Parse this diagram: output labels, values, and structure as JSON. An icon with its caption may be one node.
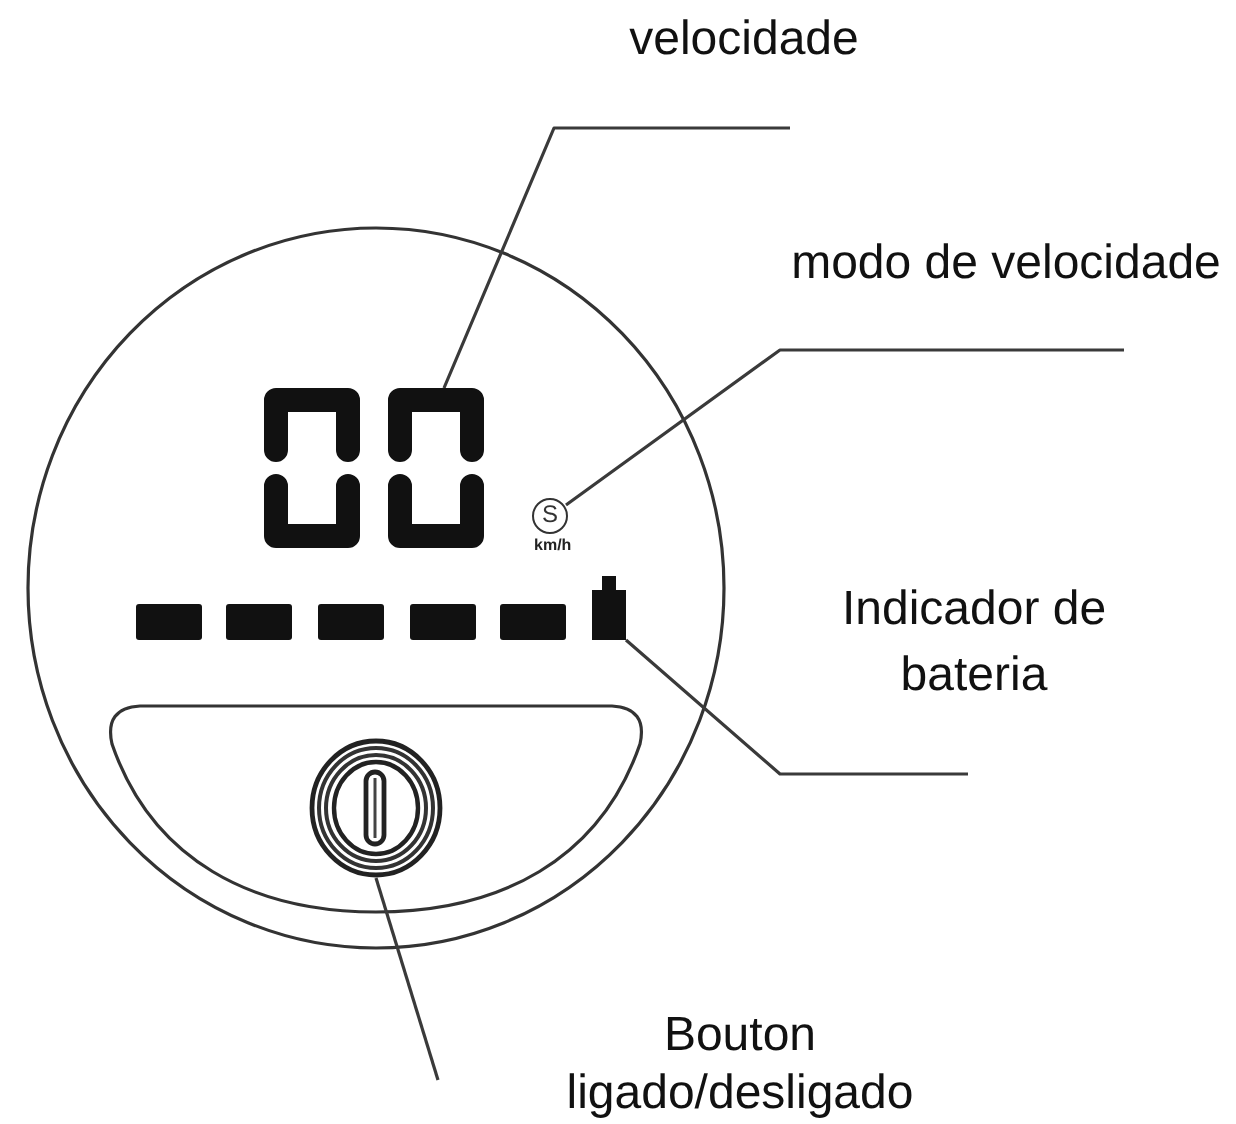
{
  "diagram": {
    "nodes": [
      {
        "text": [
          "velocidade"
        ]
      },
      {
        "text": [],
        "shape": "picture"
      },
      {
        "text": [
          "modo de velocidade"
        ]
      },
      {
        "text": [
          "S"
        ]
      },
      {
        "text": [
          "Indicador de bateria"
        ]
      },
      {
        "text": [],
        "shape": "bar"
      },
      {
        "text": [
          "Bouton ligado/desligado"
        ]
      },
      {
        "text": [],
        "shape": "circle"
      }
    ],
    "edges": [
      {
        "from": 0,
        "to": 1,
        "arrow": "none"
      },
      {
        "from": 2,
        "to": 3,
        "arrow": "none"
      },
      {
        "from": 4,
        "to": 5,
        "arrow": "none"
      },
      {
        "from": 6,
        "to": 7,
        "arrow": "none"
      }
    ],
    "labels": [
      "km/h"
    ]
  }
}
